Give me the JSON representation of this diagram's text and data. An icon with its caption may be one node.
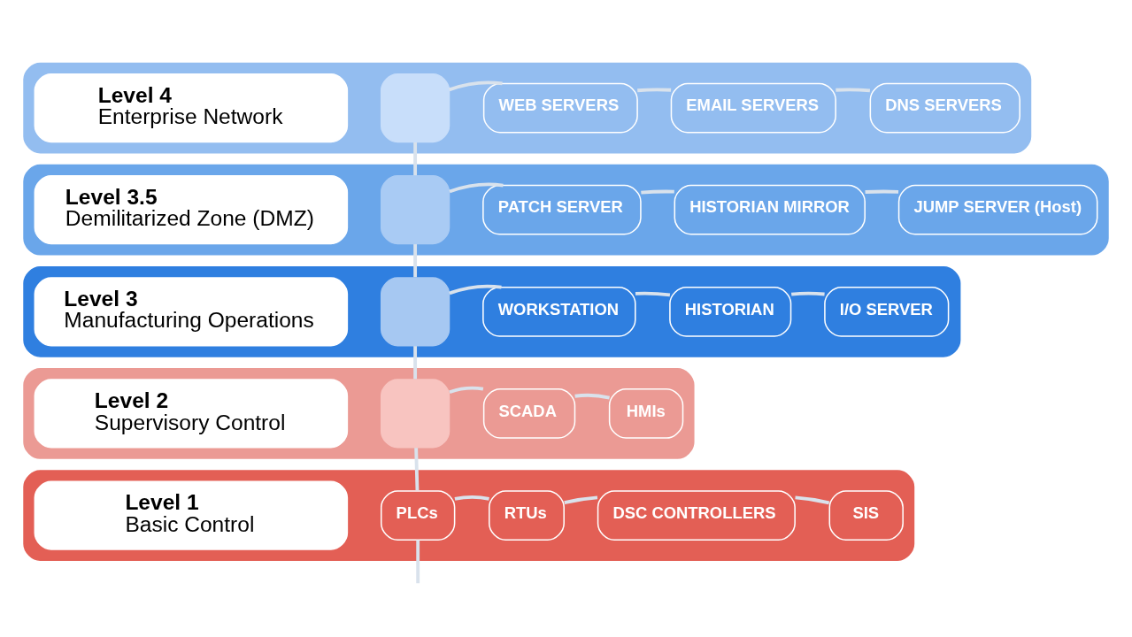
{
  "diagram": {
    "nodes": [
      {
        "text": [],
        "shape": "bar"
      },
      {
        "text": [
          "Level 4",
          "Enterprise Network"
        ],
        "in": 0
      },
      {
        "text": [],
        "shape": "box",
        "in": 0
      },
      {
        "text": [
          "WEB SERVERS"
        ],
        "in": 0
      },
      {
        "text": [
          "EMAIL SERVERS"
        ],
        "in": 0
      },
      {
        "text": [
          "DNS SERVERS"
        ],
        "in": 0
      },
      {
        "text": [],
        "shape": "bar"
      },
      {
        "text": [
          "Level 3.5",
          "Demilitarized Zone (DMZ)"
        ],
        "in": 6
      },
      {
        "text": [],
        "shape": "box",
        "in": 6
      },
      {
        "text": [
          "PATCH SERVER"
        ],
        "in": 6
      },
      {
        "text": [
          "HISTORIAN MIRROR"
        ],
        "in": 6
      },
      {
        "text": [
          "JUMP SERVER (Host)"
        ],
        "in": 6
      },
      {
        "text": [],
        "shape": "bar"
      },
      {
        "text": [
          "Level 3",
          "Manufacturing Operations"
        ],
        "in": 12
      },
      {
        "text": [],
        "shape": "box",
        "in": 12
      },
      {
        "text": [
          "WORKSTATION"
        ],
        "in": 12
      },
      {
        "text": [
          "HISTORIAN"
        ],
        "in": 12
      },
      {
        "text": [
          "I/O SERVER"
        ],
        "in": 12
      },
      {
        "text": [],
        "shape": "bar"
      },
      {
        "text": [
          "Level 2",
          "Supervisory Control"
        ],
        "in": 18
      },
      {
        "text": [],
        "shape": "box",
        "in": 18
      },
      {
        "text": [
          "SCADA"
        ],
        "in": 18
      },
      {
        "text": [
          "HMIs"
        ],
        "in": 18
      },
      {
        "text": [],
        "shape": "bar"
      },
      {
        "text": [
          "Level 1",
          "Basic Control"
        ],
        "in": 23
      },
      {
        "text": [
          "PLCs"
        ],
        "in": 23
      },
      {
        "text": [
          "RTUs"
        ],
        "in": 23
      },
      {
        "text": [
          "DSC CONTROLLERS"
        ],
        "in": 23
      },
      {
        "text": [
          "SIS"
        ],
        "in": 23
      }
    ],
    "edges": [
      {
        "from": 2,
        "to": 3,
        "arrow": "none"
      },
      {
        "from": 3,
        "to": 4,
        "arrow": "none"
      },
      {
        "from": 4,
        "to": 5,
        "arrow": "none"
      },
      {
        "from": 2,
        "to": 8,
        "arrow": "none"
      },
      {
        "from": 8,
        "to": 9,
        "arrow": "none"
      },
      {
        "from": 9,
        "to": 10,
        "arrow": "none"
      },
      {
        "from": 10,
        "to": 11,
        "arrow": "none"
      },
      {
        "from": 8,
        "to": 14,
        "arrow": "none"
      },
      {
        "from": 14,
        "to": 15,
        "arrow": "none"
      },
      {
        "from": 15,
        "to": 16,
        "arrow": "none"
      },
      {
        "from": 16,
        "to": 17,
        "arrow": "none"
      },
      {
        "from": 14,
        "to": 20,
        "arrow": "none"
      },
      {
        "from": 20,
        "to": 21,
        "arrow": "none"
      },
      {
        "from": 21,
        "to": 22,
        "arrow": "none"
      },
      {
        "from": 20,
        "to": 25,
        "arrow": "none"
      },
      {
        "from": 25,
        "to": 26,
        "arrow": "none"
      },
      {
        "from": 26,
        "to": 27,
        "arrow": "none"
      },
      {
        "from": 27,
        "to": 28,
        "arrow": "none"
      },
      {
        "from": 25,
        "to": null,
        "arrow": "none"
      }
    ]
  }
}
